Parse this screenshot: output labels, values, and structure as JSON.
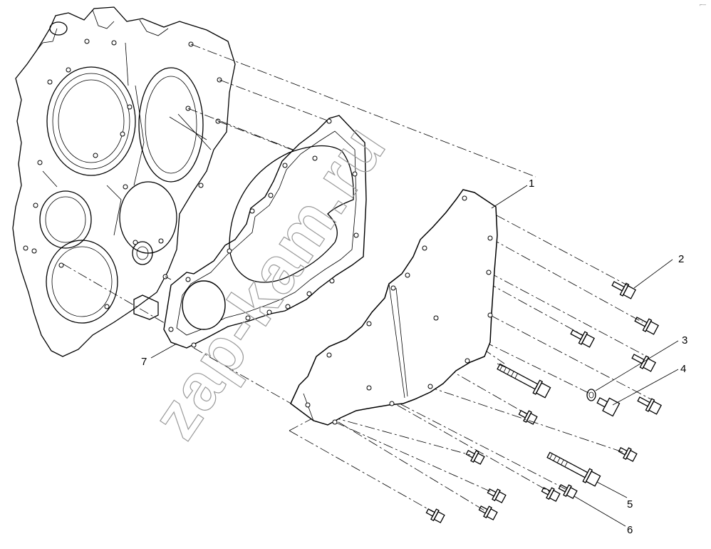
{
  "watermark": "zap-kam.ru",
  "callouts": [
    "1",
    "2",
    "3",
    "4",
    "5",
    "6",
    "7"
  ],
  "corner_mark": "⌐‒",
  "parts": {
    "housing": "gear-housing",
    "gasket": "gasket",
    "cover": "gear-cover"
  }
}
